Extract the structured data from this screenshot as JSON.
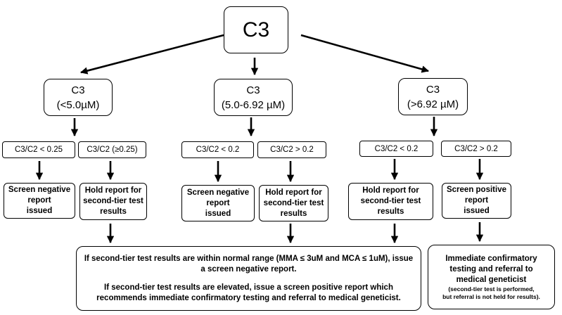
{
  "root": {
    "label": "C3"
  },
  "mid": [
    {
      "line1": "C3",
      "line2": "(<5.0µM)"
    },
    {
      "line1": "C3",
      "line2": "(5.0-6.92 µM)"
    },
    {
      "line1": "C3",
      "line2": "(>6.92 µM)"
    }
  ],
  "ratios": [
    "C3/C2 < 0.25",
    "C3/C2 (≥0.25)",
    "C3/C2 < 0.2",
    "C3/C2 > 0.2",
    "C3/C2 < 0.2",
    "C3/C2 > 0.2"
  ],
  "outcomes": [
    {
      "l1": "Screen negative",
      "l2": "report",
      "l3": "issued"
    },
    {
      "l1": "Hold report for",
      "l2": "second-tier test",
      "l3": "results"
    },
    {
      "l1": "Screen negative",
      "l2": "report",
      "l3": "issued"
    },
    {
      "l1": "Hold report for",
      "l2": "second-tier test",
      "l3": "results"
    },
    {
      "l1": "Hold report for",
      "l2": "second-tier test",
      "l3": "results"
    },
    {
      "l1": "Screen positive",
      "l2": "report",
      "l3": "issued"
    }
  ],
  "final_left": {
    "para1": "If second-tier test results are within normal range (MMA ≤ 3uM and MCA ≤ 1uM), issue a screen negative report.",
    "para2": "If second-tier test results are elevated, issue a screen positive report which recommends immediate confirmatory testing and referral to medical geneticist."
  },
  "final_right": {
    "l1": "Immediate confirmatory",
    "l2": "testing and  referral to",
    "l3": "medical geneticist",
    "note1": "(second-tier test is performed,",
    "note2": "but referral is not held for results)."
  }
}
